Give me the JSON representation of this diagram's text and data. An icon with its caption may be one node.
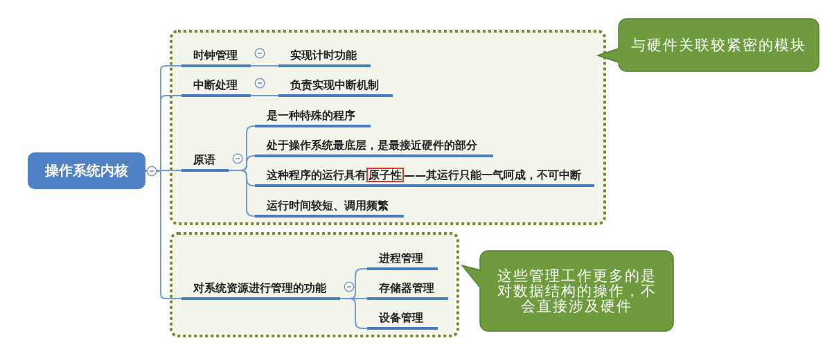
{
  "diagram": {
    "nodes": [
      {
        "text": [
          "操作系统内核"
        ]
      },
      {
        "text": [],
        "shape": "box"
      },
      {
        "text": [
          "时钟管理"
        ],
        "in": 1
      },
      {
        "text": [
          "实现计时功能"
        ],
        "in": 1
      },
      {
        "text": [
          "中断处理"
        ],
        "in": 1
      },
      {
        "text": [
          "负责实现中断机制"
        ],
        "in": 1
      },
      {
        "text": [
          "原语"
        ],
        "in": 1
      },
      {
        "text": [
          "是一种特殊的程序"
        ],
        "in": 1
      },
      {
        "text": [
          "处于操作系统最底层，是最接近硬件的部分"
        ],
        "in": 1
      },
      {
        "text": [
          "这种程序的运行具有原子性——其运行只能一气呵成，不可中断"
        ],
        "in": 1
      },
      {
        "text": [
          "运行时间较短、调用频繁"
        ],
        "in": 1
      },
      {
        "text": [
          "与硬件关联较紧密的模块"
        ]
      },
      {
        "text": [],
        "shape": "box"
      },
      {
        "text": [
          "对系统资源进行管理的功能"
        ],
        "in": 12
      },
      {
        "text": [
          "进程管理"
        ],
        "in": 12
      },
      {
        "text": [
          "存储器管理"
        ],
        "in": 12
      },
      {
        "text": [
          "设备管理"
        ],
        "in": 12
      },
      {
        "text": [
          "这些管理工作更多的是对数据结构的操作，不会直接涉及硬件"
        ]
      }
    ],
    "edges": [
      {
        "from": 0,
        "to": 2,
        "arrow": "none"
      },
      {
        "from": 0,
        "to": 4,
        "arrow": "none"
      },
      {
        "from": 0,
        "to": 6,
        "arrow": "none"
      },
      {
        "from": 0,
        "to": 13,
        "arrow": "none"
      },
      {
        "from": 2,
        "to": 3,
        "arrow": "none"
      },
      {
        "from": 4,
        "to": 5,
        "arrow": "none"
      },
      {
        "from": 6,
        "to": 7,
        "arrow": "none"
      },
      {
        "from": 6,
        "to": 8,
        "arrow": "none"
      },
      {
        "from": 6,
        "to": 9,
        "arrow": "none"
      },
      {
        "from": 6,
        "to": 10,
        "arrow": "none"
      },
      {
        "from": 13,
        "to": 14,
        "arrow": "none"
      },
      {
        "from": 13,
        "to": 15,
        "arrow": "none"
      },
      {
        "from": 13,
        "to": 16,
        "arrow": "none"
      }
    ]
  }
}
